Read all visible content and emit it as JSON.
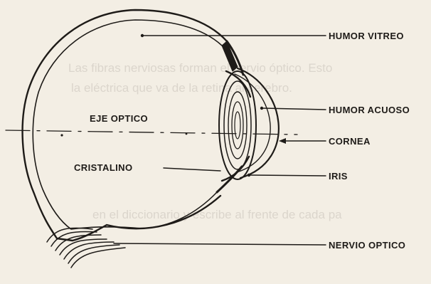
{
  "labels": {
    "humor_vitreo": "HUMOR VITREO",
    "humor_acuoso": "HUMOR ACUOSO",
    "cornea": "CORNEA",
    "iris": "IRIS",
    "nervio_optico": "NERVIO OPTICO",
    "eje_optico": "EJE OPTICO",
    "cristalino": "CRISTALINO"
  },
  "bleed_through": {
    "line1": "Las fibras nerviosas forman el nervio óptico. Esto",
    "line2": "la eléctrica que va de la retina al cerebro.",
    "line3": "en el diccionario y escribe al frente de cada pa"
  },
  "colors": {
    "paper": "#f3eee4",
    "ink": "#1e1b18",
    "bleed": "#c8c2b9"
  }
}
